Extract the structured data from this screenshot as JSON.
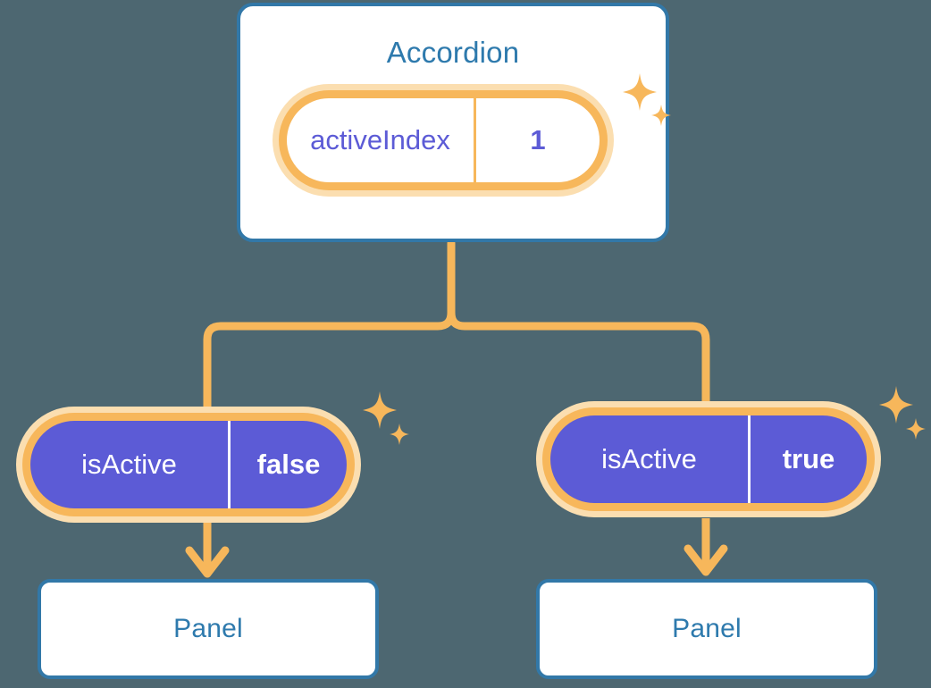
{
  "theme": {
    "background": "#4d6771",
    "card_fill": "#ffffff",
    "card_border": "#3278a8",
    "title_text": "#2e7aad",
    "accent_orange": "#f7b75b",
    "accent_orange_soft": "#fbdeb0",
    "state_indigo": "#5c5bd6",
    "state_text_on_indigo": "#ffffff"
  },
  "diagram": {
    "type": "component-tree",
    "root": {
      "title": "Accordion",
      "state": {
        "key": "activeIndex",
        "value": "1"
      }
    },
    "children": [
      {
        "state": {
          "key": "isActive",
          "value": "false"
        },
        "component": {
          "title": "Panel"
        }
      },
      {
        "state": {
          "key": "isActive",
          "value": "true"
        },
        "component": {
          "title": "Panel"
        }
      }
    ]
  },
  "icons": {
    "sparkle": "sparkle-icon",
    "arrow_down": "arrow-down-icon"
  }
}
